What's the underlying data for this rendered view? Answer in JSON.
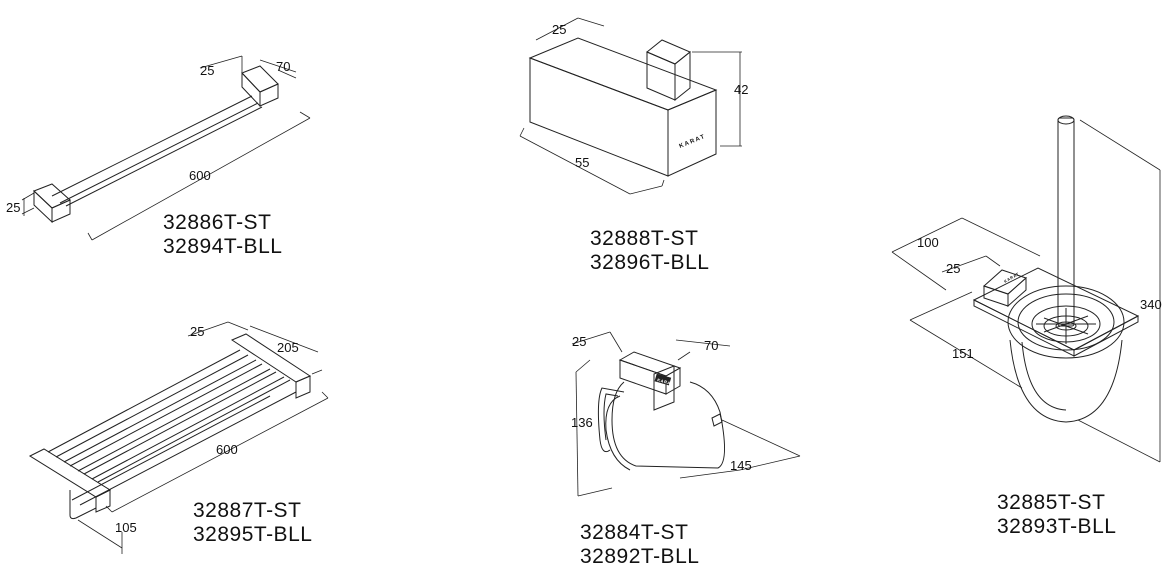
{
  "products": [
    {
      "id": "towel-rail",
      "codes": [
        "32886T-ST",
        "32894T-BLL"
      ],
      "dimensions": {
        "depth": "25",
        "mount_width": "70",
        "length": "600",
        "height": "25"
      }
    },
    {
      "id": "hook",
      "codes": [
        "32888T-ST",
        "32896T-BLL"
      ],
      "dimensions": {
        "depth": "25",
        "height": "42",
        "width": "55"
      },
      "brand": "KARAT"
    },
    {
      "id": "towel-shelf",
      "codes": [
        "32887T-ST",
        "32895T-BLL"
      ],
      "dimensions": {
        "depth": "25",
        "mount_width": "205",
        "length": "600",
        "projection": "105"
      }
    },
    {
      "id": "paper-holder",
      "codes": [
        "32884T-ST",
        "32892T-BLL"
      ],
      "dimensions": {
        "depth": "25",
        "width": "70",
        "height": "136",
        "length": "145"
      },
      "brand": "KARAT"
    },
    {
      "id": "toilet-brush-holder",
      "codes": [
        "32885T-ST",
        "32893T-BLL"
      ],
      "dimensions": {
        "depth": "25",
        "width": "100",
        "projection": "151",
        "height": "340"
      },
      "brand": "KARAT"
    }
  ]
}
